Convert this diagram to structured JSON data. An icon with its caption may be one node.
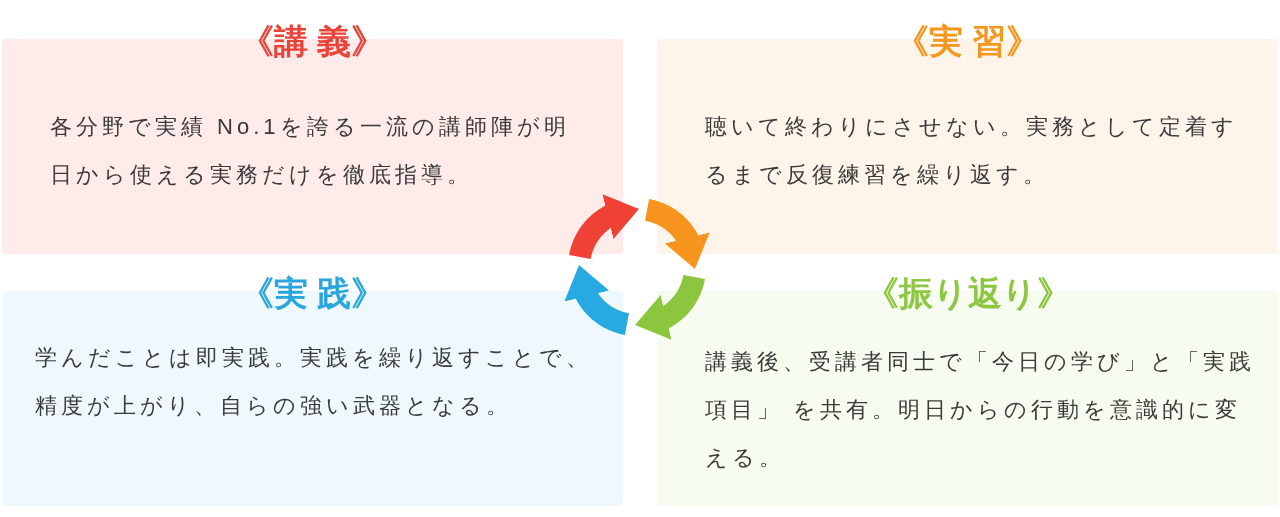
{
  "diagram": {
    "nodes": [
      {
        "text": [
          "《講 義》",
          "各分野で実績 No.1を誇る一流の講師陣が明日から使える実務だけを徹底指導。"
        ]
      },
      {
        "text": [
          "《実 習》",
          "聴いて終わりにさせない。実務として定着するまで反復練習を繰り返す。"
        ]
      },
      {
        "text": [
          "《実 践》",
          "学んだことは即実践。実践を繰り返すことで、精度が上がり、自らの強い武器となる。"
        ]
      },
      {
        "text": [
          "《振り返り》",
          "講義後、受講者同士で「今日の学び」と「実践項目」 を共有。明日からの行動を意識的に変える。"
        ]
      }
    ],
    "edges": [
      {
        "from": 0,
        "to": 1,
        "arrow": "to",
        "color": "#ef4136"
      },
      {
        "from": 1,
        "to": 3,
        "arrow": "to",
        "color": "#f7941d"
      },
      {
        "from": 3,
        "to": 2,
        "arrow": "to",
        "color": "#8cc63f"
      },
      {
        "from": 2,
        "to": 0,
        "arrow": "to",
        "color": "#27aae1"
      }
    ]
  }
}
